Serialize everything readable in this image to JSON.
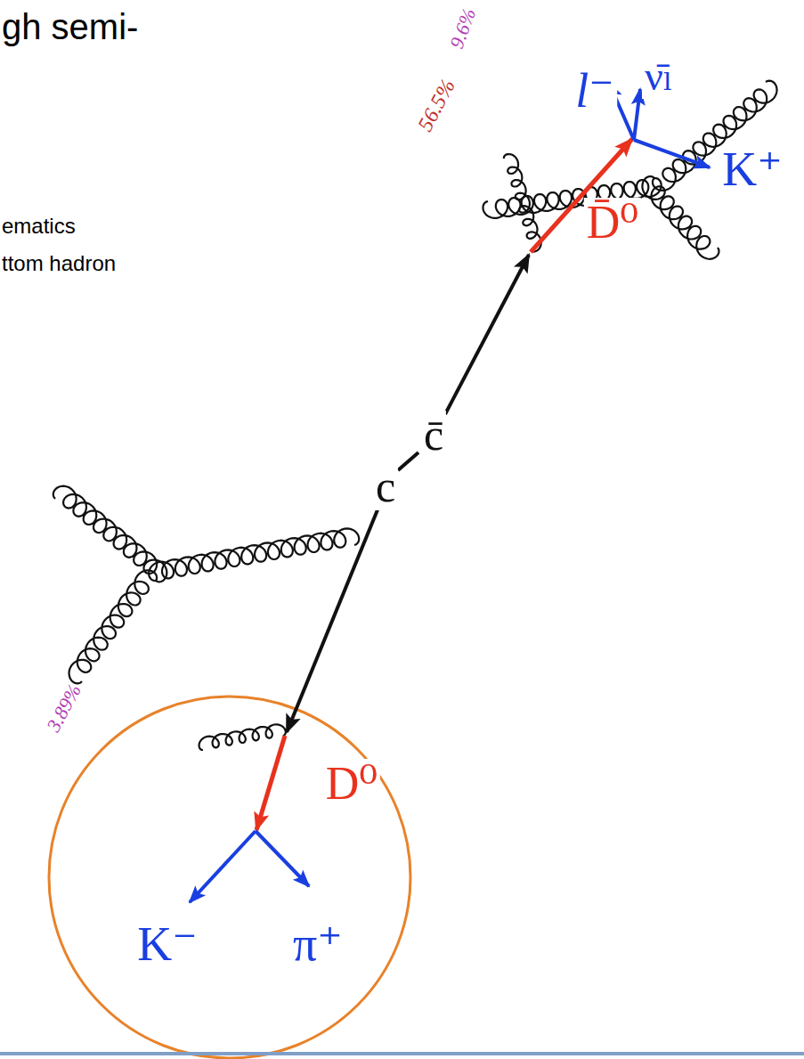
{
  "diagram": {
    "labels": [
      "gh semi-",
      "ematics",
      "ttom hadron",
      "9.6%",
      "56.5%",
      "l⁻",
      "ν̄ₗ",
      "K⁺",
      "D̄⁰",
      "c̄",
      "c",
      "3.89%",
      "D⁰",
      "K⁻",
      "π⁺"
    ]
  }
}
